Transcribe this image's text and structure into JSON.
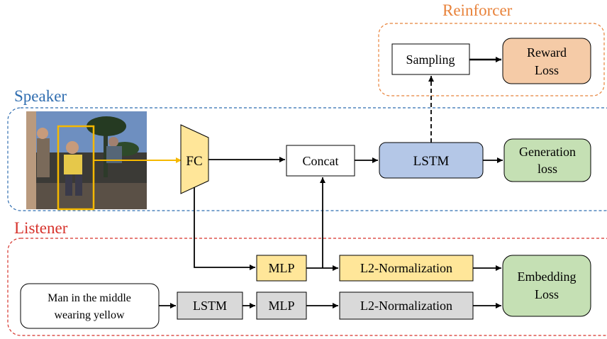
{
  "groups": {
    "reinforcer": {
      "label": "Reinforcer",
      "color": "#E8823A"
    },
    "speaker": {
      "label": "Speaker",
      "color": "#2F6DB0"
    },
    "listener": {
      "label": "Listener",
      "color": "#D6322B"
    }
  },
  "nodes": {
    "sampling": {
      "label": "Sampling"
    },
    "reward_loss": {
      "line1": "Reward",
      "line2": "Loss",
      "fill": "#F5CBA7"
    },
    "fc": {
      "label": "FC",
      "fill": "#FFE699"
    },
    "concat": {
      "label": "Concat"
    },
    "lstm_speaker": {
      "label": "LSTM",
      "fill": "#B4C7E7"
    },
    "generation_loss": {
      "line1": "Generation",
      "line2": "loss",
      "fill": "#C5E0B4"
    },
    "mlp_top": {
      "label": "MLP",
      "fill": "#FFE699"
    },
    "l2_top": {
      "label": "L2-Normalization",
      "fill": "#FFE699"
    },
    "embedding_loss": {
      "line1": "Embedding",
      "line2": "Loss",
      "fill": "#C5E0B4"
    },
    "expression": {
      "line1": "Man in the middle",
      "line2": "wearing yellow"
    },
    "lstm_listener": {
      "label": "LSTM",
      "fill": "#D9D9D9"
    },
    "mlp_bottom": {
      "label": "MLP",
      "fill": "#D9D9D9"
    },
    "l2_bottom": {
      "label": "L2-Normalization",
      "fill": "#D9D9D9"
    }
  },
  "image": {
    "description_icon": "photo-of-skateboarders-icon",
    "highlight_color": "#F5B800"
  }
}
